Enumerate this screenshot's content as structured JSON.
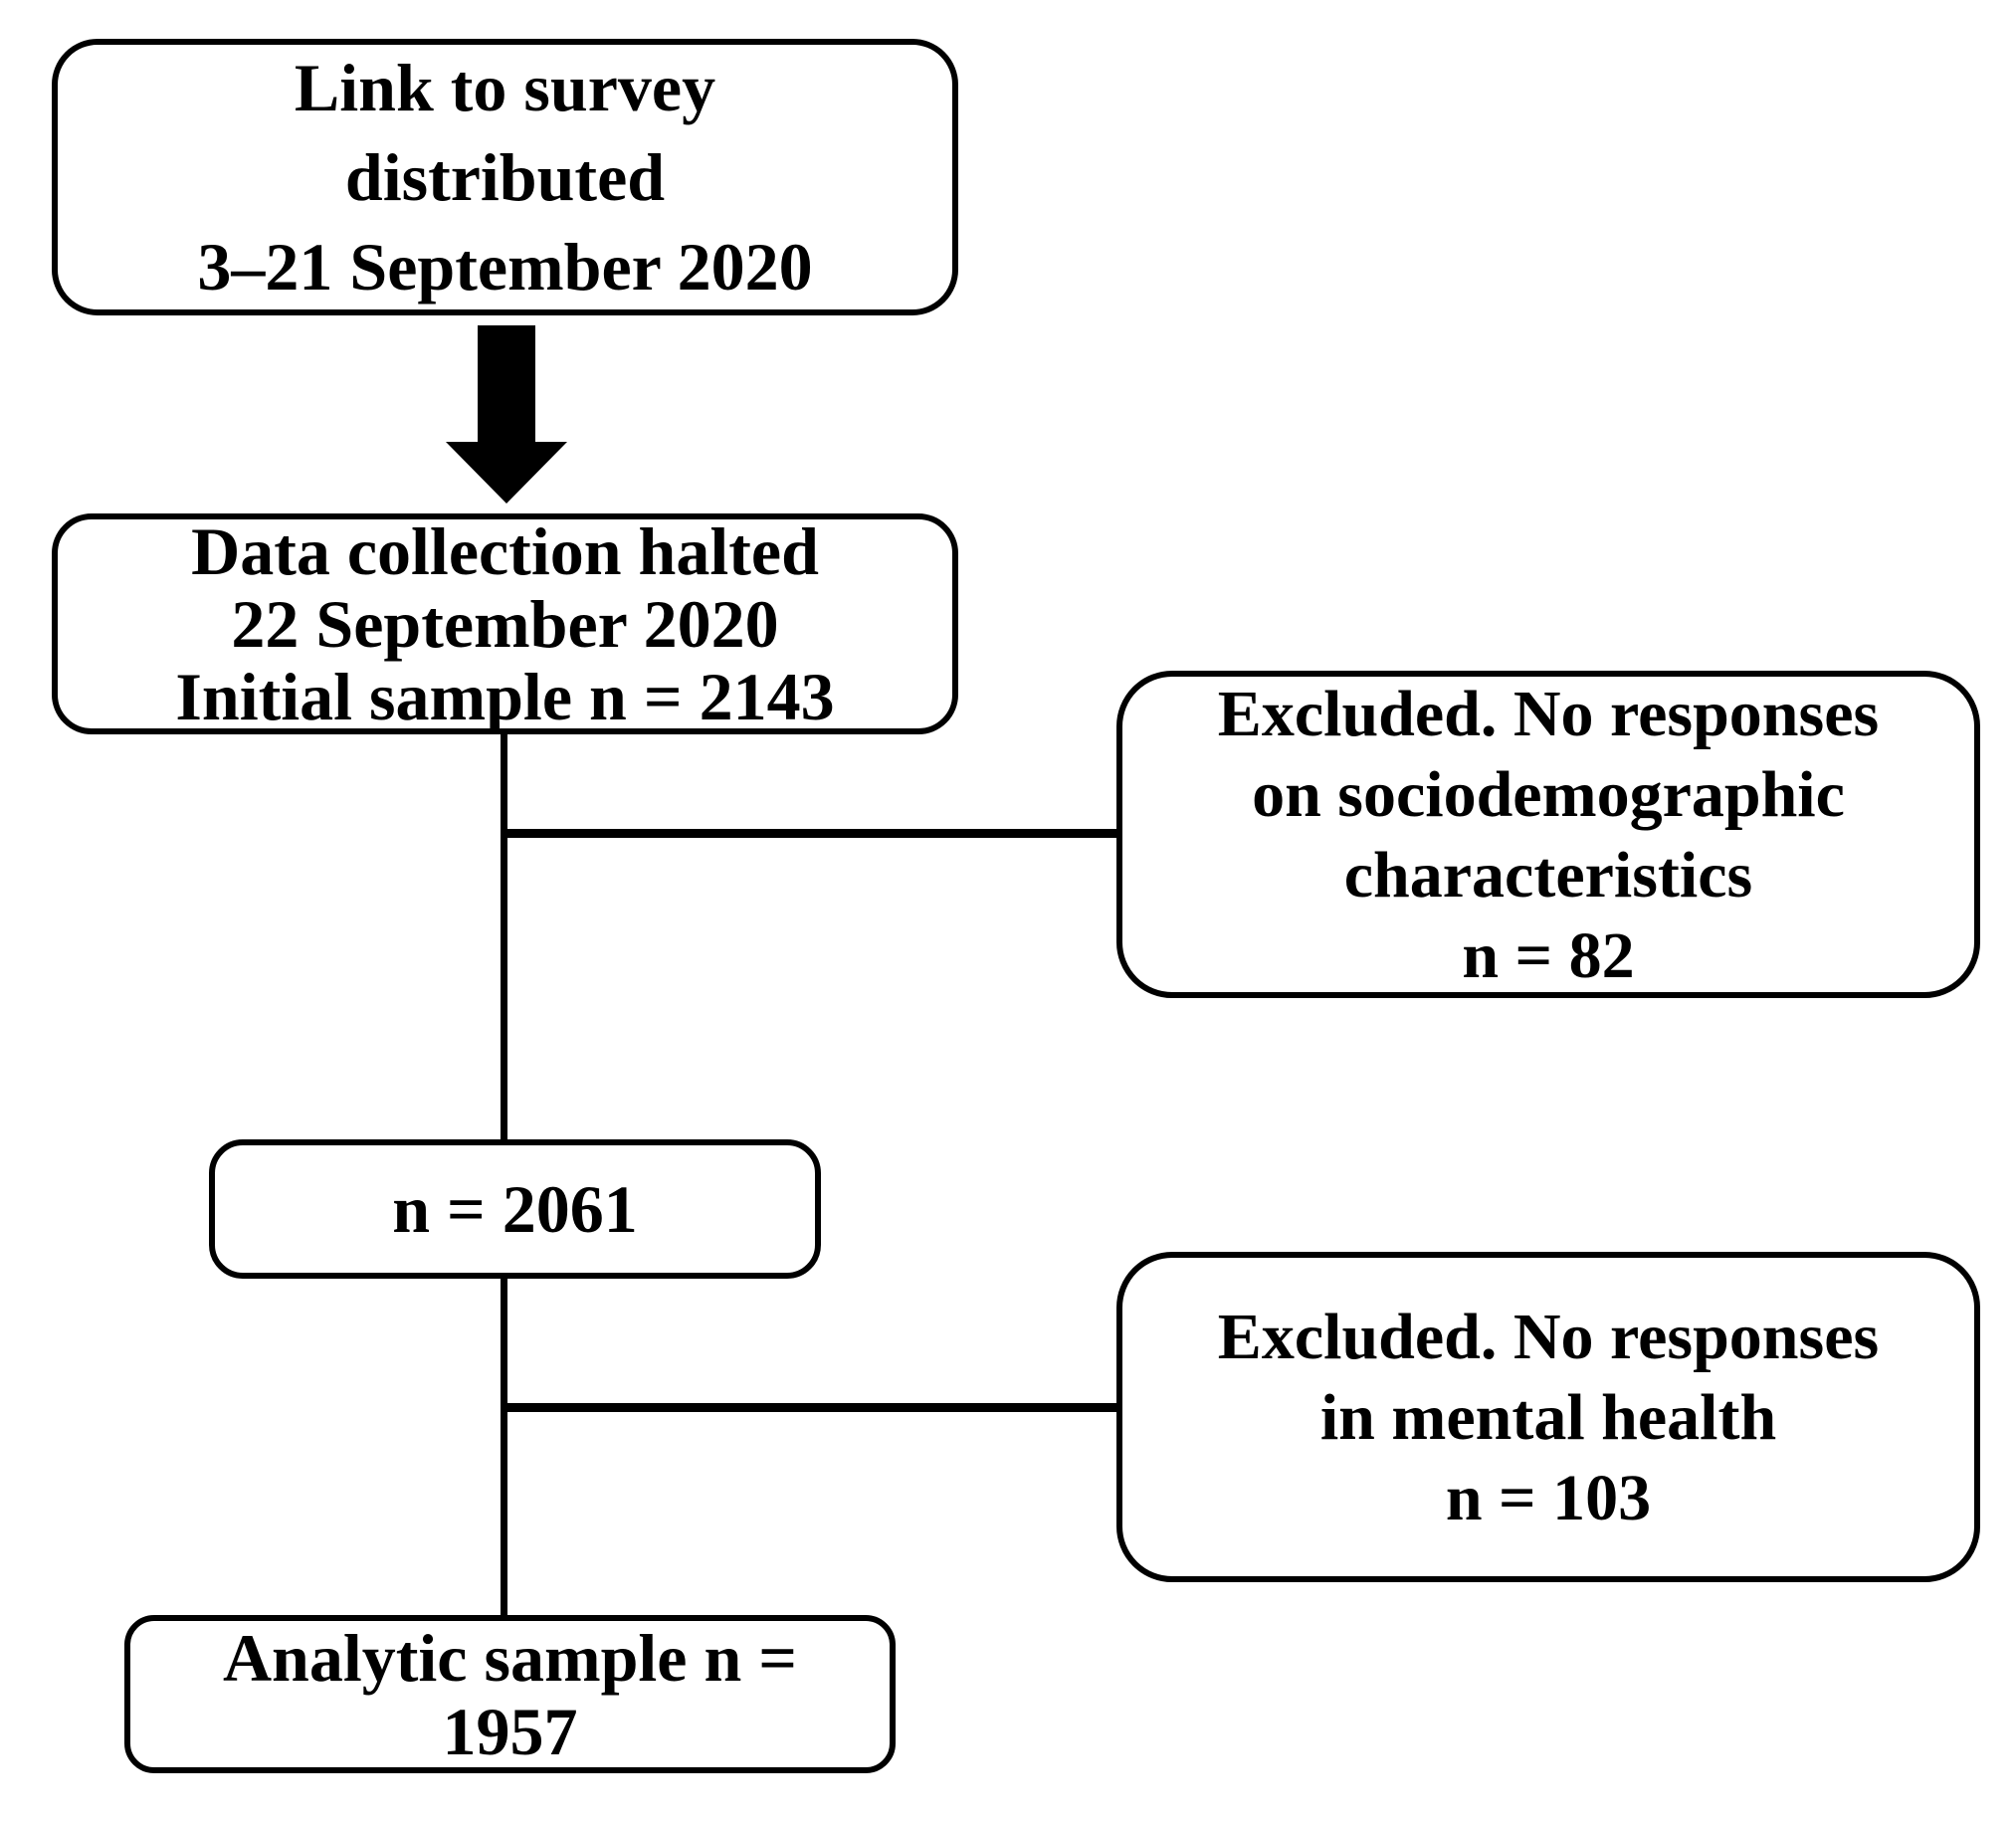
{
  "diagram": {
    "type": "flowchart",
    "background": "#ffffff",
    "colors": {
      "box_fill": "#ffffff",
      "box_border": "#000000",
      "text": "#000000",
      "connector": "#000000",
      "arrow": "#000000"
    }
  },
  "nodes": {
    "survey_link": {
      "lines": [
        "Link to survey",
        "distributed",
        "3–21 September 2020"
      ]
    },
    "data_collection": {
      "lines": [
        "Data collection halted",
        "22 September 2020",
        "Initial sample n = 2143"
      ]
    },
    "excluded_sociodemographic": {
      "lines": [
        "Excluded. No responses",
        "on sociodemographic",
        "characteristics",
        "n = 82"
      ]
    },
    "sample_after_first_exclusion": {
      "lines": [
        "n = 2061"
      ]
    },
    "excluded_mental_health": {
      "lines": [
        "Excluded. No responses",
        "in mental health",
        "n = 103"
      ]
    },
    "analytic_sample": {
      "lines": [
        "Analytic sample n =",
        "1957"
      ]
    }
  },
  "samples": {
    "initial": 2143,
    "excluded_no_sociodemographic_responses": 82,
    "after_sociodemographic_exclusion": 2061,
    "excluded_no_mental_health_responses": 103,
    "analytic": 1957
  },
  "dates": {
    "distribution_period": "3–21 September 2020",
    "collection_halted": "22 September 2020"
  },
  "edges": [
    {
      "from": "survey_link",
      "to": "data_collection",
      "style": "block-arrow"
    },
    {
      "from": "data_collection",
      "to": "sample_after_first_exclusion",
      "style": "line"
    },
    {
      "from": "data_collection",
      "to": "excluded_sociodemographic",
      "style": "elbow-line"
    },
    {
      "from": "sample_after_first_exclusion",
      "to": "analytic_sample",
      "style": "line"
    },
    {
      "from": "sample_after_first_exclusion",
      "to": "excluded_mental_health",
      "style": "elbow-line"
    }
  ]
}
